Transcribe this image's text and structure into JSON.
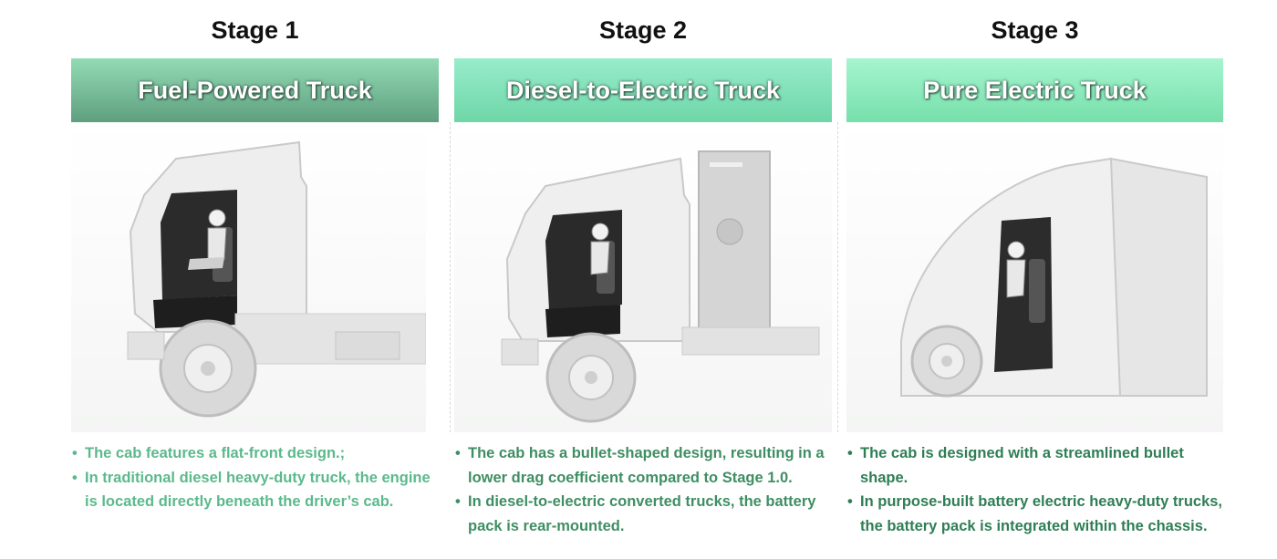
{
  "stages": [
    {
      "title": "Stage 1",
      "banner": "Fuel-Powered Truck",
      "illustration": "fuel-truck-cab-illustration",
      "notes": [
        "The cab features a flat-front design.;",
        "In traditional diesel heavy-duty truck, the engine is located directly beneath the driver’s cab."
      ]
    },
    {
      "title": "Stage 2",
      "banner": "Diesel-to-Electric Truck",
      "illustration": "diesel-to-electric-truck-illustration",
      "notes": [
        "The cab has a bullet-shaped design, resulting in a lower drag coefficient compared to Stage 1.0.",
        "In diesel-to-electric converted trucks, the battery pack is rear-mounted."
      ]
    },
    {
      "title": "Stage 3",
      "banner": "Pure Electric Truck",
      "illustration": "electric-truck-illustration",
      "notes": [
        "The cab is designed with a streamlined bullet shape.",
        "In purpose-built battery electric heavy-duty trucks, the battery pack is integrated within the chassis."
      ]
    }
  ],
  "colors": {
    "stage1_banner": "#7cbf9c",
    "stage2_banner": "#82e2b9",
    "stage3_banner": "#8eeabd",
    "note_green_light": "#5bb98c",
    "note_green_mid": "#3f8e63",
    "note_green_dark": "#2f7e55"
  }
}
